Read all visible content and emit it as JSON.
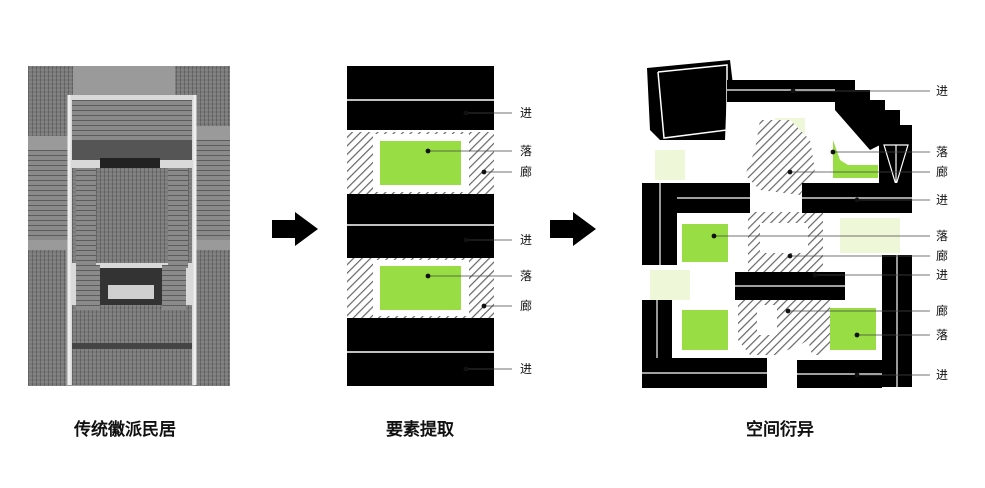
{
  "captions": {
    "photo": "传统徽派民居",
    "extraction": "要素提取",
    "variation": "空间衍异"
  },
  "labels": {
    "jin": "进",
    "luo": "落",
    "lang": "廊"
  },
  "colors": {
    "block": "#000000",
    "courtyard": "#99dd44",
    "light_green": "#eef8d8",
    "hatch": "#777777"
  },
  "icons": [
    "arrow-right-icon",
    "arrow-right-icon"
  ]
}
